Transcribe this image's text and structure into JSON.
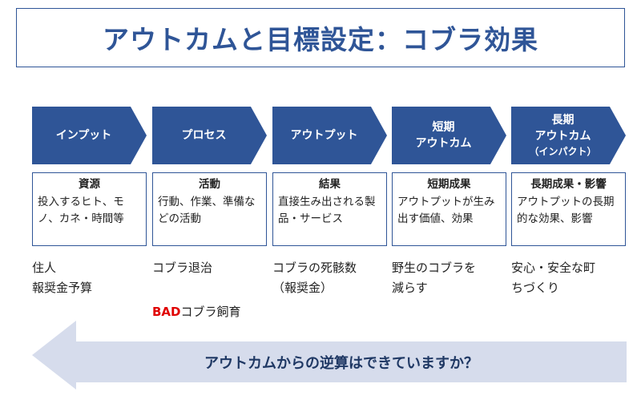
{
  "title": "アウトカムと目標設定：コブラ効果",
  "stages": [
    {
      "label": [
        "インプット"
      ],
      "box_title": "資源",
      "box_text": "投入するヒト、モノ、カネ・時間等",
      "note": [
        "住人",
        "報奨金予算"
      ]
    },
    {
      "label": [
        "プロセス"
      ],
      "box_title": "活動",
      "box_text": "行動、作業、準備などの活動",
      "note": [
        "コブラ退治"
      ]
    },
    {
      "label": [
        "アウトプット"
      ],
      "box_title": "結果",
      "box_text": "直接生み出される製品・サービス",
      "note": [
        "コブラの死骸数",
        "（報奨金）"
      ]
    },
    {
      "label": [
        "短期",
        "アウトカム"
      ],
      "box_title": "短期成果",
      "box_text": "アウトプットが生み出す価値、効果",
      "note": [
        "野生のコブラを",
        "減らす"
      ]
    },
    {
      "label": [
        "長期",
        "アウトカム"
      ],
      "label_sub": "（インパクト）",
      "box_title": "長期成果・影響",
      "box_text": "アウトプットの長期的な効果、影響",
      "note": [
        "安心・安全な町",
        "ちづくり"
      ]
    }
  ],
  "bad": {
    "prefix": "BAD",
    "text": "コブラ飼育"
  },
  "bottom_question": "アウトカムからの逆算はできていますか？",
  "colors": {
    "primary": "#2f5597",
    "arrow": "#d6dcec",
    "bad": "#e00000"
  }
}
